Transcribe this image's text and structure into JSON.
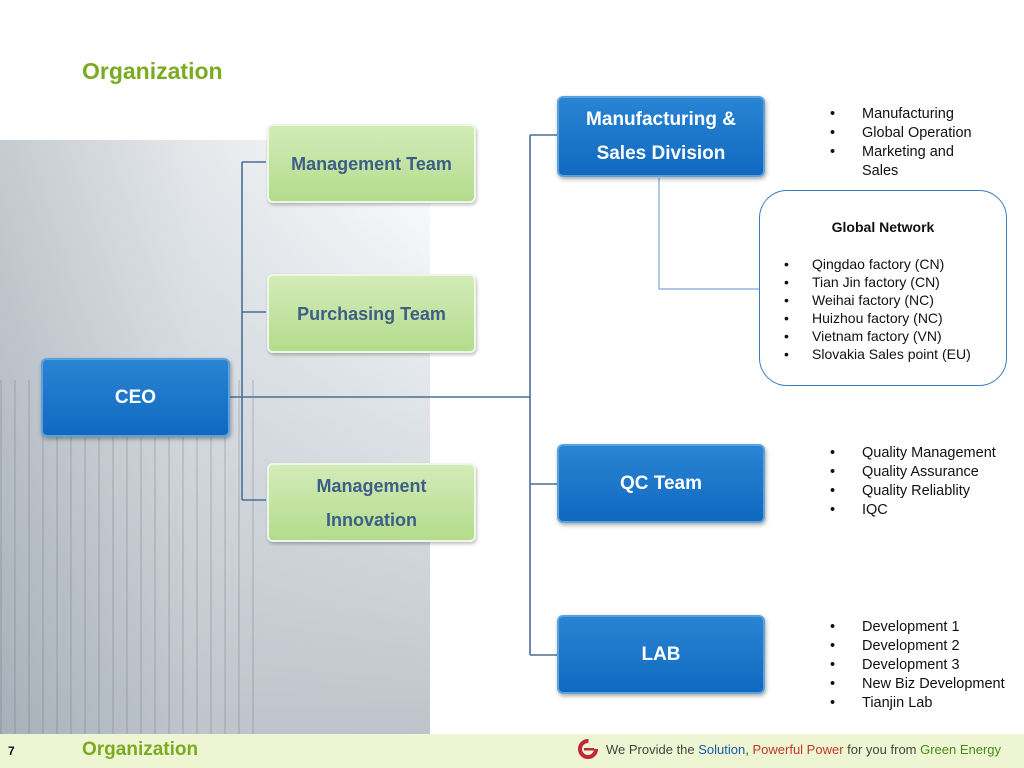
{
  "title": "Organization",
  "nodes": {
    "ceo": "CEO",
    "management_team": "Management Team",
    "purchasing_team": "Purchasing Team",
    "management_innovation": "Management\nInnovation",
    "manufacturing_sales": "Manufacturing &\nSales Division",
    "qc_team": "QC Team",
    "lab": "LAB"
  },
  "manufacturing_items": [
    "Manufacturing",
    "Global Operation",
    "Marketing and\nSales"
  ],
  "global_network": {
    "title": "Global Network",
    "items": [
      "Qingdao factory (CN)",
      "Tian Jin factory (CN)",
      "Weihai factory (NC)",
      "Huizhou factory (NC)",
      "Vietnam factory (VN)",
      "Slovakia Sales point (EU)"
    ]
  },
  "qc_items": [
    "Quality Management",
    "Quality Assurance",
    "Quality Reliablity",
    "IQC"
  ],
  "lab_items": [
    "Development 1",
    "Development 2",
    "Development 3",
    "New Biz Development",
    "Tianjin Lab"
  ],
  "footer": {
    "page_number": "7",
    "title": "Organization",
    "slogan_1": "We Provide the ",
    "slogan_solution": "Solution",
    "slogan_comma": ", ",
    "slogan_powerful": "Powerful Power",
    "slogan_2": " for you from ",
    "slogan_green": "Green Energy"
  },
  "colors": {
    "accent_green": "#7bab22",
    "box_blue": "#1069bf",
    "box_green": "#b3dc8c",
    "line": "#4a6f94"
  }
}
